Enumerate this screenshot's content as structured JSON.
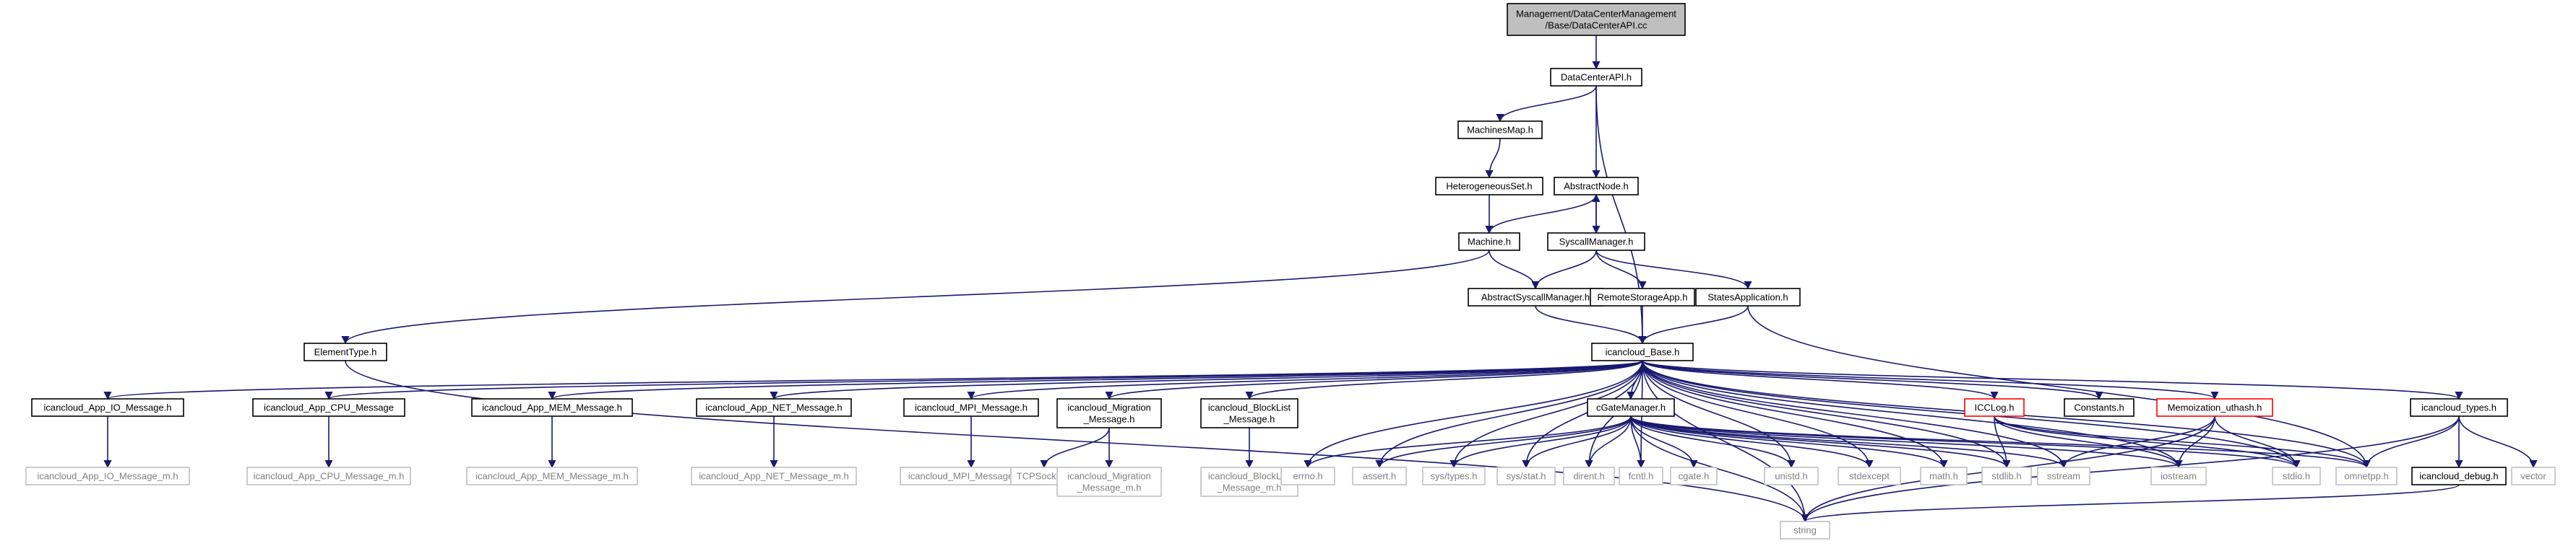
{
  "diagram": {
    "colors": {
      "edge": "#191970",
      "box_default": "#000000",
      "box_missing": "#bfbfbf",
      "box_red": "#ff0000",
      "root_fill": "#bfbfbf",
      "text_default": "#000000",
      "text_missing": "#808080"
    },
    "nodes": [
      {
        "id": "root",
        "lines": [
          "Management/DataCenterManagement",
          "/Base/DataCenterAPI.cc"
        ],
        "kind": "root"
      },
      {
        "id": "dcapi",
        "lines": [
          "DataCenterAPI.h"
        ],
        "kind": "normal"
      },
      {
        "id": "machinesmap",
        "lines": [
          "MachinesMap.h"
        ],
        "kind": "normal"
      },
      {
        "id": "heteroset",
        "lines": [
          "HeterogeneousSet.h"
        ],
        "kind": "normal"
      },
      {
        "id": "abstractnode",
        "lines": [
          "AbstractNode.h"
        ],
        "kind": "normal"
      },
      {
        "id": "machine",
        "lines": [
          "Machine.h"
        ],
        "kind": "normal"
      },
      {
        "id": "syscallmgr",
        "lines": [
          "SyscallManager.h"
        ],
        "kind": "normal"
      },
      {
        "id": "abssyscall",
        "lines": [
          "AbstractSyscallManager.h"
        ],
        "kind": "normal"
      },
      {
        "id": "remotestorage",
        "lines": [
          "RemoteStorageApp.h"
        ],
        "kind": "normal"
      },
      {
        "id": "statesapp",
        "lines": [
          "StatesApplication.h"
        ],
        "kind": "normal"
      },
      {
        "id": "elementtype",
        "lines": [
          "ElementType.h"
        ],
        "kind": "normal"
      },
      {
        "id": "base",
        "lines": [
          "icancloud_Base.h"
        ],
        "kind": "normal"
      },
      {
        "id": "appio",
        "lines": [
          "icancloud_App_IO_Message.h"
        ],
        "kind": "normal"
      },
      {
        "id": "appcpu",
        "lines": [
          "icancloud_App_CPU_Message"
        ],
        "kind": "normal"
      },
      {
        "id": "appmem",
        "lines": [
          "icancloud_App_MEM_Message.h"
        ],
        "kind": "normal"
      },
      {
        "id": "appnet",
        "lines": [
          "icancloud_App_NET_Message.h"
        ],
        "kind": "normal"
      },
      {
        "id": "mpimsg",
        "lines": [
          "icancloud_MPI_Message.h"
        ],
        "kind": "normal"
      },
      {
        "id": "migration",
        "lines": [
          "icancloud_Migration",
          "_Message.h"
        ],
        "kind": "normal"
      },
      {
        "id": "blocklist",
        "lines": [
          "icancloud_BlockList",
          "_Message.h"
        ],
        "kind": "normal"
      },
      {
        "id": "cgatemgr",
        "lines": [
          "cGateManager.h"
        ],
        "kind": "normal"
      },
      {
        "id": "icclog",
        "lines": [
          "ICCLog.h"
        ],
        "kind": "red"
      },
      {
        "id": "constants",
        "lines": [
          "Constants.h"
        ],
        "kind": "normal"
      },
      {
        "id": "memo",
        "lines": [
          "Memoization_uthash.h"
        ],
        "kind": "red"
      },
      {
        "id": "types",
        "lines": [
          "icancloud_types.h"
        ],
        "kind": "normal"
      },
      {
        "id": "appio_m",
        "lines": [
          "icancloud_App_IO_Message_m.h"
        ],
        "kind": "missing"
      },
      {
        "id": "appcpu_m",
        "lines": [
          "icancloud_App_CPU_Message_m.h"
        ],
        "kind": "missing"
      },
      {
        "id": "appmem_m",
        "lines": [
          "icancloud_App_MEM_Message_m.h"
        ],
        "kind": "missing"
      },
      {
        "id": "appnet_m",
        "lines": [
          "icancloud_App_NET_Message_m.h"
        ],
        "kind": "missing"
      },
      {
        "id": "mpimsg_m",
        "lines": [
          "icancloud_MPI_Message_m.h"
        ],
        "kind": "missing"
      },
      {
        "id": "tcpsocket",
        "lines": [
          "TCPSocket.h"
        ],
        "kind": "missing"
      },
      {
        "id": "migration_m",
        "lines": [
          "icancloud_Migration",
          "_Message_m.h"
        ],
        "kind": "missing"
      },
      {
        "id": "blocklist_m",
        "lines": [
          "icancloud_BlockList",
          "_Message_m.h"
        ],
        "kind": "missing"
      },
      {
        "id": "errno",
        "lines": [
          "errno.h"
        ],
        "kind": "missing"
      },
      {
        "id": "assert",
        "lines": [
          "assert.h"
        ],
        "kind": "missing"
      },
      {
        "id": "systypes",
        "lines": [
          "sys/types.h"
        ],
        "kind": "missing"
      },
      {
        "id": "sysstat",
        "lines": [
          "sys/stat.h"
        ],
        "kind": "missing"
      },
      {
        "id": "dirent",
        "lines": [
          "dirent.h"
        ],
        "kind": "missing"
      },
      {
        "id": "fcntl",
        "lines": [
          "fcntl.h"
        ],
        "kind": "missing"
      },
      {
        "id": "cgate",
        "lines": [
          "cgate.h"
        ],
        "kind": "missing"
      },
      {
        "id": "unistd",
        "lines": [
          "unistd.h"
        ],
        "kind": "missing"
      },
      {
        "id": "stdexcept",
        "lines": [
          "stdexcept"
        ],
        "kind": "missing"
      },
      {
        "id": "math",
        "lines": [
          "math.h"
        ],
        "kind": "missing"
      },
      {
        "id": "stdlib",
        "lines": [
          "stdlib.h"
        ],
        "kind": "missing"
      },
      {
        "id": "sstream",
        "lines": [
          "sstream"
        ],
        "kind": "missing"
      },
      {
        "id": "iostream",
        "lines": [
          "iostream"
        ],
        "kind": "missing"
      },
      {
        "id": "stdio",
        "lines": [
          "stdio.h"
        ],
        "kind": "missing"
      },
      {
        "id": "omnetpp",
        "lines": [
          "omnetpp.h"
        ],
        "kind": "missing"
      },
      {
        "id": "debug",
        "lines": [
          "icancloud_debug.h"
        ],
        "kind": "normal"
      },
      {
        "id": "vector",
        "lines": [
          "vector"
        ],
        "kind": "missing"
      },
      {
        "id": "string",
        "lines": [
          "string"
        ],
        "kind": "missing"
      }
    ]
  }
}
